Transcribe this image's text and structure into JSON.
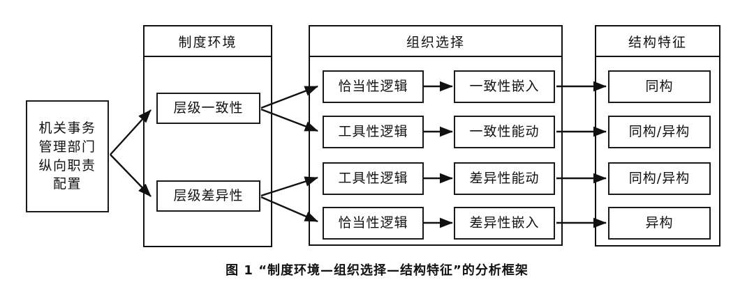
{
  "figure": {
    "caption": "图 1  “制度环境—组织选择—结构特征”的分析框架",
    "stroke_color": "#111111",
    "background": "#ffffff"
  },
  "source": {
    "lines": [
      "机关事务",
      "管理部门",
      "纵向职责",
      "配置"
    ],
    "full_text": "机关事务管理部门纵向职责配置"
  },
  "panels": [
    {
      "id": "institutional-environment",
      "title": "制度环境"
    },
    {
      "id": "organizational-choice",
      "title": "组织选择"
    },
    {
      "id": "structural-features",
      "title": "结构特征"
    }
  ],
  "institutional_environment": {
    "items": [
      {
        "label": "层级一致性"
      },
      {
        "label": "层级差异性"
      }
    ]
  },
  "organizational_choice": {
    "logic_column": [
      {
        "label": "恰当性逻辑"
      },
      {
        "label": "工具性逻辑"
      },
      {
        "label": "工具性逻辑"
      },
      {
        "label": "恰当性逻辑"
      }
    ],
    "mechanism_column": [
      {
        "label": "一致性嵌入"
      },
      {
        "label": "一致性能动"
      },
      {
        "label": "差异性能动"
      },
      {
        "label": "差异性嵌入"
      }
    ]
  },
  "structural_features": {
    "items": [
      {
        "label": "同构"
      },
      {
        "label": "同构/异构"
      },
      {
        "label": "同构/异构"
      },
      {
        "label": "异构"
      }
    ]
  },
  "flows": [
    {
      "from": "机关事务管理部门纵向职责配置",
      "to": "层级一致性"
    },
    {
      "from": "机关事务管理部门纵向职责配置",
      "to": "层级差异性"
    },
    {
      "from": "层级一致性",
      "to": "恰当性逻辑"
    },
    {
      "from": "层级一致性",
      "to": "工具性逻辑"
    },
    {
      "from": "层级差异性",
      "to": "工具性逻辑"
    },
    {
      "from": "层级差异性",
      "to": "恰当性逻辑"
    },
    {
      "from": "恰当性逻辑",
      "to": "一致性嵌入"
    },
    {
      "from": "工具性逻辑",
      "to": "一致性能动"
    },
    {
      "from": "工具性逻辑",
      "to": "差异性能动"
    },
    {
      "from": "恰当性逻辑",
      "to": "差异性嵌入"
    },
    {
      "from": "一致性嵌入",
      "to": "同构"
    },
    {
      "from": "一致性能动",
      "to": "同构/异构"
    },
    {
      "from": "差异性能动",
      "to": "同构/异构"
    },
    {
      "from": "差异性嵌入",
      "to": "异构"
    }
  ]
}
